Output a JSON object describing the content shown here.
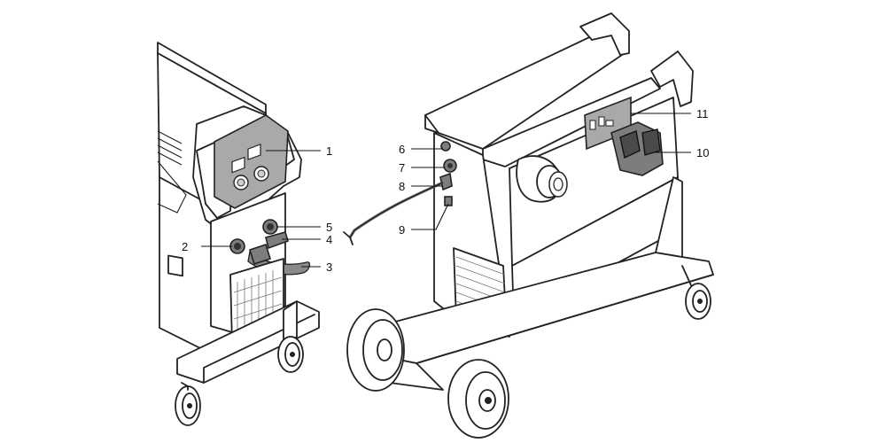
{
  "diagram": {
    "callouts": [
      {
        "id": "1",
        "label": "1"
      },
      {
        "id": "2",
        "label": "2"
      },
      {
        "id": "3",
        "label": "3"
      },
      {
        "id": "4",
        "label": "4"
      },
      {
        "id": "5",
        "label": "5"
      },
      {
        "id": "6",
        "label": "6"
      },
      {
        "id": "7",
        "label": "7"
      },
      {
        "id": "8",
        "label": "8"
      },
      {
        "id": "9",
        "label": "9"
      },
      {
        "id": "10",
        "label": "10"
      },
      {
        "id": "11",
        "label": "11"
      }
    ],
    "colors": {
      "line": "#222222",
      "panel": "#a9a9a9",
      "component": "#7d7d7d",
      "background": "#ffffff"
    }
  }
}
